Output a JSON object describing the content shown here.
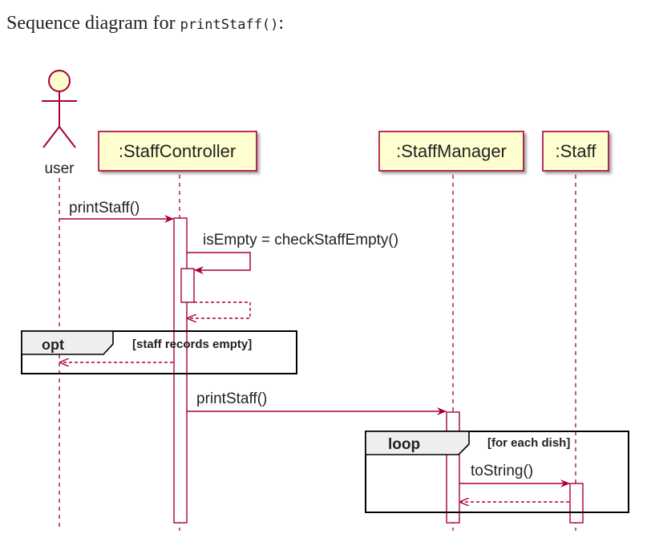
{
  "heading": {
    "text_before": "Sequence diagram for ",
    "code": "printStaff()",
    "text_after": ":"
  },
  "participants": {
    "actor": "user",
    "controller": ":StaffController",
    "manager": ":StaffManager",
    "staff": ":Staff"
  },
  "messages": {
    "user_to_controller": "printStaff()",
    "self_call": "isEmpty = checkStaffEmpty()",
    "controller_to_manager": "printStaff()",
    "manager_to_staff": "toString()"
  },
  "fragments": {
    "opt": {
      "keyword": "opt",
      "guard": "[staff records empty]"
    },
    "loop": {
      "keyword": "loop",
      "guard": "[for each dish]"
    }
  },
  "colors": {
    "line": "#a80036",
    "participant_fill": "#fefece",
    "actor_fill": "#fefece",
    "fragment_border": "#000000"
  }
}
